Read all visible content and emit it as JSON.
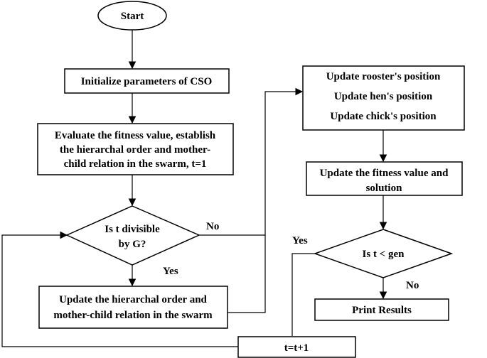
{
  "nodes": {
    "start": {
      "lines": [
        "Start"
      ]
    },
    "init": {
      "lines": [
        "Initialize parameters of CSO"
      ]
    },
    "evaluate": {
      "lines": [
        "Evaluate the fitness value, establish",
        "the hierarchal order and mother-",
        "child relation in the swarm, t=1"
      ]
    },
    "decision_g": {
      "lines": [
        "Is t divisible",
        "by G?"
      ]
    },
    "update_hier": {
      "lines": [
        "Update the hierarchal order and",
        "mother-child relation in the swarm"
      ]
    },
    "update_pos": {
      "lines": [
        "Update rooster's position",
        "Update hen's position",
        "Update chick's position"
      ]
    },
    "update_fit": {
      "lines": [
        "Update the fitness value and",
        "solution"
      ]
    },
    "decision_gen": {
      "lines": [
        "Is t  < gen"
      ]
    },
    "print": {
      "lines": [
        "Print Results"
      ]
    },
    "increment": {
      "lines": [
        "t=t+1"
      ]
    }
  },
  "edge_labels": {
    "no_g": "No",
    "yes_g": "Yes",
    "yes_gen": "Yes",
    "no_gen": "No"
  }
}
